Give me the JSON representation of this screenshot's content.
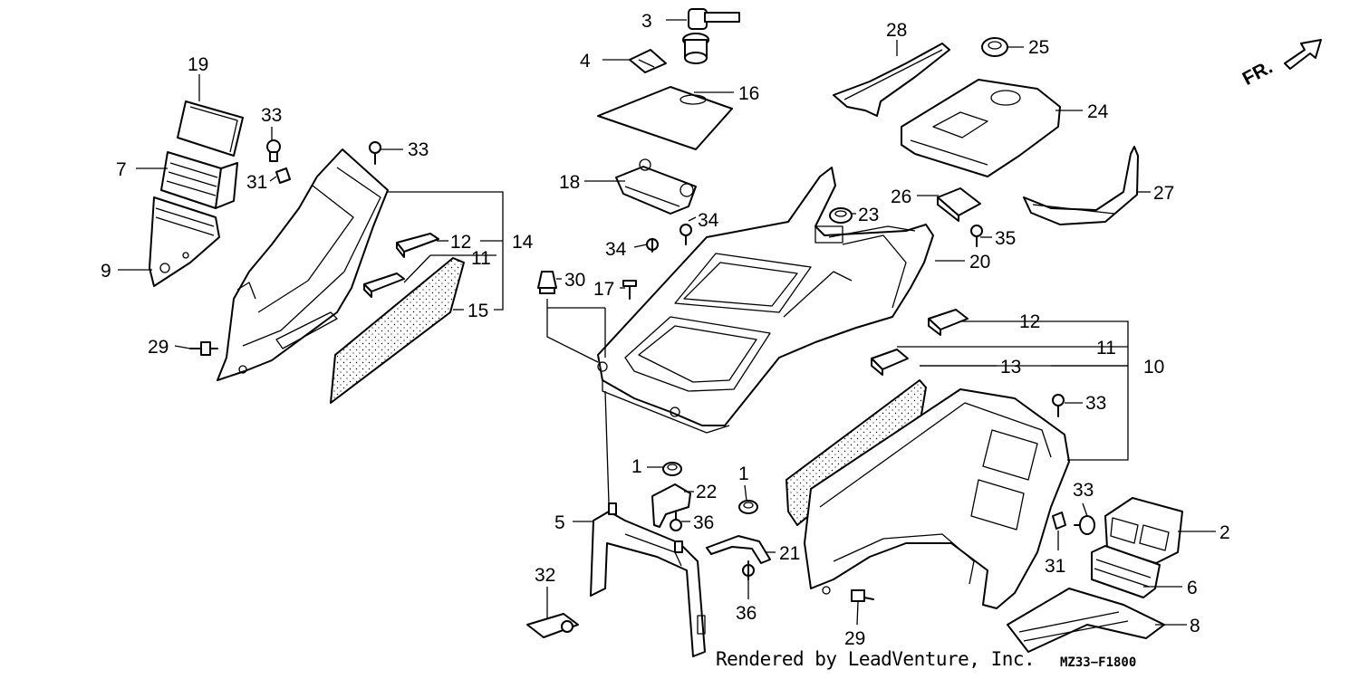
{
  "direction_label": "FR.",
  "credit": "Rendered by LeadVenture, Inc.",
  "diagram_code": "MZ33−F1800",
  "callouts": [
    {
      "key": "c1a",
      "text": "1"
    },
    {
      "key": "c1b",
      "text": "1"
    },
    {
      "key": "c2",
      "text": "2"
    },
    {
      "key": "c3",
      "text": "3"
    },
    {
      "key": "c4",
      "text": "4"
    },
    {
      "key": "c5",
      "text": "5"
    },
    {
      "key": "c6",
      "text": "6"
    },
    {
      "key": "c7",
      "text": "7"
    },
    {
      "key": "c8",
      "text": "8"
    },
    {
      "key": "c9",
      "text": "9"
    },
    {
      "key": "c10",
      "text": "10"
    },
    {
      "key": "c11a",
      "text": "11"
    },
    {
      "key": "c11b",
      "text": "11"
    },
    {
      "key": "c12a",
      "text": "12"
    },
    {
      "key": "c12b",
      "text": "12"
    },
    {
      "key": "c13",
      "text": "13"
    },
    {
      "key": "c14",
      "text": "14"
    },
    {
      "key": "c15",
      "text": "15"
    },
    {
      "key": "c16",
      "text": "16"
    },
    {
      "key": "c17",
      "text": "17"
    },
    {
      "key": "c18",
      "text": "18"
    },
    {
      "key": "c19",
      "text": "19"
    },
    {
      "key": "c20",
      "text": "20"
    },
    {
      "key": "c21",
      "text": "21"
    },
    {
      "key": "c22",
      "text": "22"
    },
    {
      "key": "c23",
      "text": "23"
    },
    {
      "key": "c24",
      "text": "24"
    },
    {
      "key": "c25",
      "text": "25"
    },
    {
      "key": "c26",
      "text": "26"
    },
    {
      "key": "c27",
      "text": "27"
    },
    {
      "key": "c28",
      "text": "28"
    },
    {
      "key": "c29a",
      "text": "29"
    },
    {
      "key": "c29b",
      "text": "29"
    },
    {
      "key": "c30",
      "text": "30"
    },
    {
      "key": "c31a",
      "text": "31"
    },
    {
      "key": "c31b",
      "text": "31"
    },
    {
      "key": "c32",
      "text": "32"
    },
    {
      "key": "c33a",
      "text": "33"
    },
    {
      "key": "c33b",
      "text": "33"
    },
    {
      "key": "c33c",
      "text": "33"
    },
    {
      "key": "c33d",
      "text": "33"
    },
    {
      "key": "c34a",
      "text": "34"
    },
    {
      "key": "c34b",
      "text": "34"
    },
    {
      "key": "c35",
      "text": "35"
    },
    {
      "key": "c36a",
      "text": "36"
    },
    {
      "key": "c36b",
      "text": "36"
    }
  ]
}
